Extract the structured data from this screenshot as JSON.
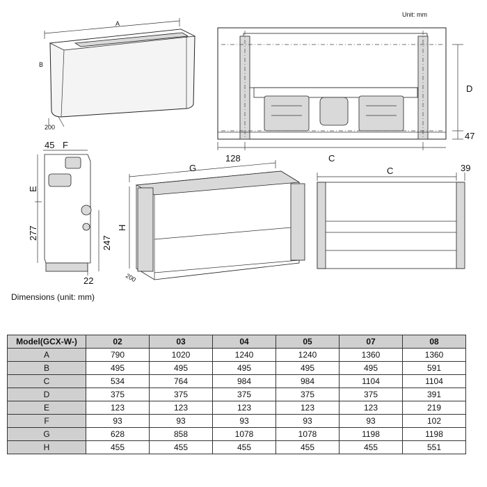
{
  "unit_note": "Unit: mm",
  "caption": "Dimensions (unit: mm)",
  "drawing_labels": {
    "iso_a": "A",
    "iso_b": "B",
    "iso_depth": "200",
    "front_d": "D",
    "front_47": "47",
    "front_128": "128",
    "front_c": "C",
    "side_45": "45",
    "side_f": "F",
    "side_e": "E",
    "side_277": "277",
    "side_247": "247",
    "side_22": "22",
    "frame_g": "G",
    "frame_h": "H",
    "frame_depth": "200",
    "rear_c": "C",
    "rear_39": "39"
  },
  "table": {
    "header": [
      "Model(GCX-W-)",
      "02",
      "03",
      "04",
      "05",
      "07",
      "08"
    ],
    "rows": [
      [
        "A",
        "790",
        "1020",
        "1240",
        "1240",
        "1360",
        "1360"
      ],
      [
        "B",
        "495",
        "495",
        "495",
        "495",
        "495",
        "591"
      ],
      [
        "C",
        "534",
        "764",
        "984",
        "984",
        "1104",
        "1104"
      ],
      [
        "D",
        "375",
        "375",
        "375",
        "375",
        "375",
        "391"
      ],
      [
        "E",
        "123",
        "123",
        "123",
        "123",
        "123",
        "219"
      ],
      [
        "F",
        "93",
        "93",
        "93",
        "93",
        "93",
        "102"
      ],
      [
        "G",
        "628",
        "858",
        "1078",
        "1078",
        "1198",
        "1198"
      ],
      [
        "H",
        "455",
        "455",
        "455",
        "455",
        "455",
        "551"
      ]
    ]
  }
}
